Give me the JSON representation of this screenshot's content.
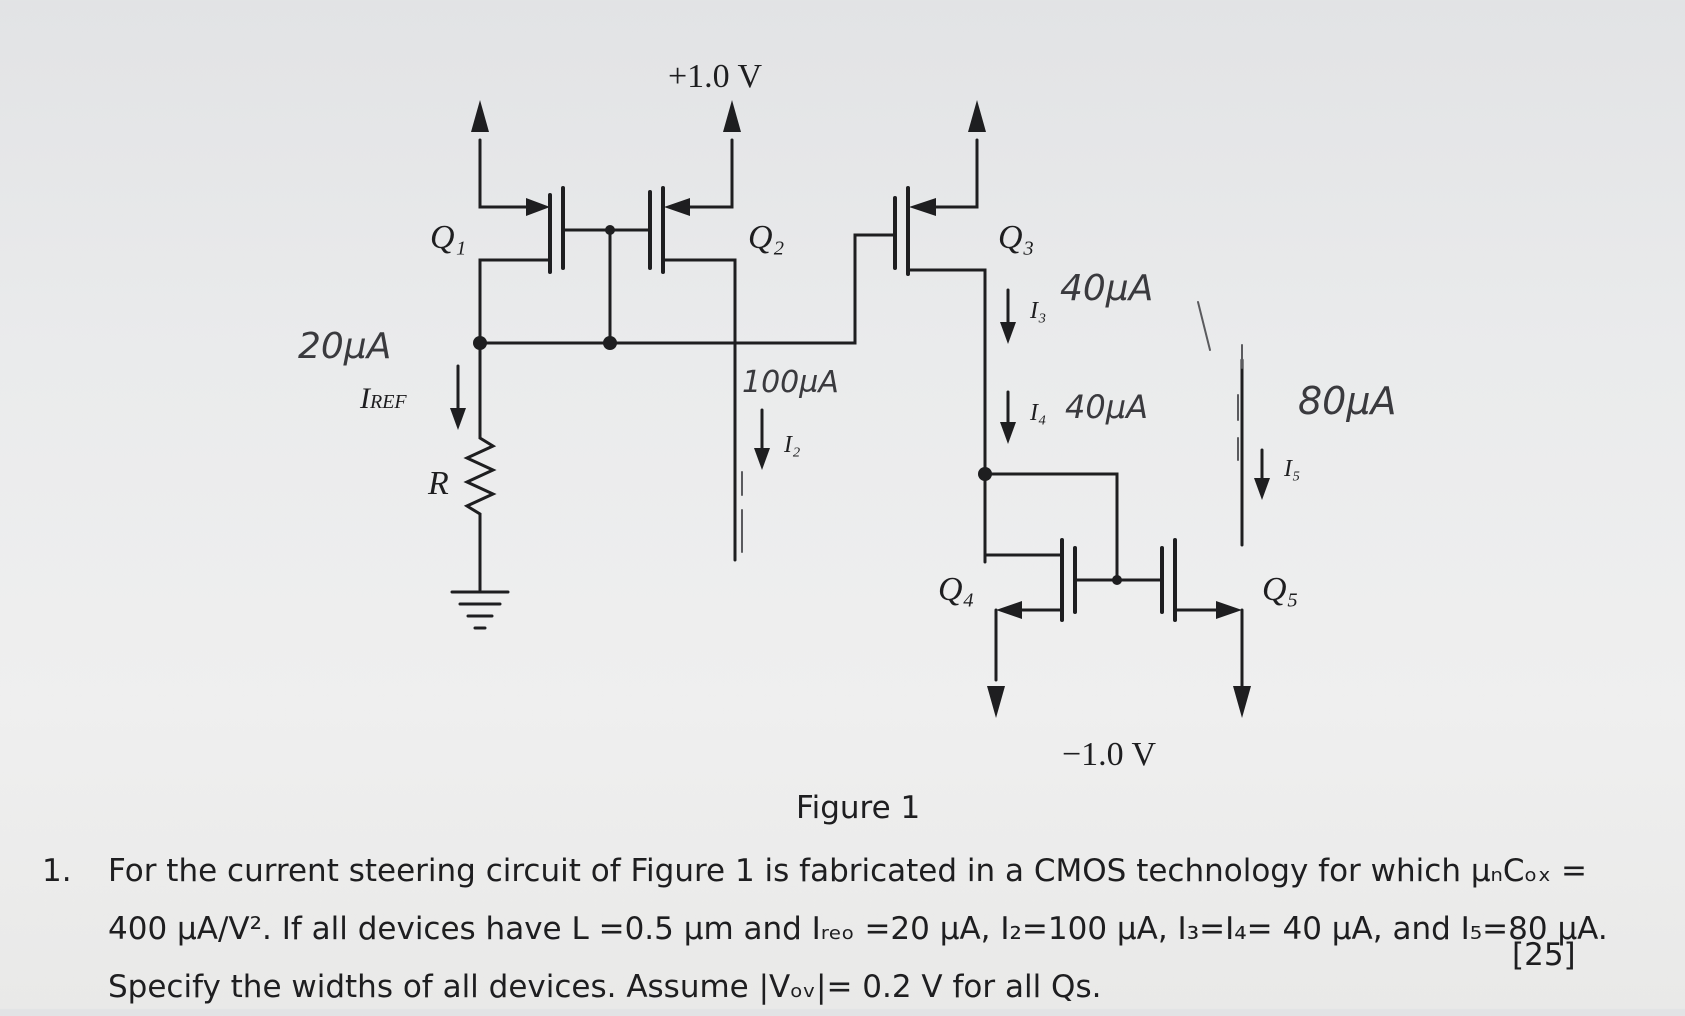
{
  "figure": {
    "supply_top": "+1.0 V",
    "supply_bottom": "−1.0 V",
    "labels": {
      "q1": "Q₁",
      "q2": "Q₂",
      "q3": "Q₃",
      "q4": "Q₄",
      "q5": "Q₅",
      "r": "R",
      "iref": "I",
      "iref_sub": "REF",
      "i2": "I₂",
      "i3": "I₃",
      "i4": "I₄",
      "i5": "I₅"
    },
    "annotations": {
      "iref_value": "20µA",
      "i2_value": "100µA",
      "i3_value": "40µA",
      "i4_value": "40µA",
      "i5_value": "80µA"
    },
    "caption": "Figure 1"
  },
  "problem": {
    "number": "1.",
    "line1": "For the current steering circuit of Figure 1 is fabricated in a CMOS technology for which μₙCₒₓ =",
    "line2": "400 μA/V². If all devices have L =0.5 µm and Iᵣₑₒ =20 µA, I₂=100 µA, I₃=I₄= 40 µA, and I₅=80 µA.",
    "line3": "Specify the widths of all devices. Assume |Vₒᵥ|= 0.2 V for all Qs.",
    "marks": "[25]"
  }
}
